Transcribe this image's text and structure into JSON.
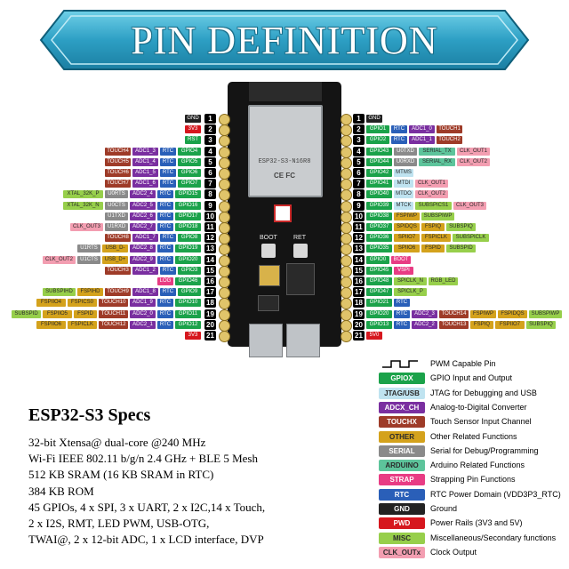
{
  "banner": {
    "title": "PIN DEFINITION"
  },
  "board": {
    "module_model": "ESP32-S3-N16R8",
    "module_certs": "CE FC",
    "buttons": [
      "BOOT",
      "RET"
    ]
  },
  "colors": {
    "gnd": "#222222",
    "pwd": "#d6171e",
    "gpio": "#1ba24a",
    "rtc": "#2a5fb8",
    "adc": "#7a2fa0",
    "touch": "#9e3b28",
    "other": "#d4a21c",
    "serial": "#8a8a8a",
    "arduino": "#5dc49b",
    "strap": "#e83c84",
    "misc": "#97cf4b",
    "clk": "#f39eb1",
    "jtag": "#bfe3f0"
  },
  "left_pins": [
    {
      "n": "1",
      "tags": [
        {
          "t": "GND",
          "c": "gnd"
        }
      ]
    },
    {
      "n": "2",
      "tags": [
        {
          "t": "3V3",
          "c": "pwd"
        }
      ]
    },
    {
      "n": "3",
      "tags": [
        {
          "t": "RST",
          "c": "gpio"
        }
      ]
    },
    {
      "n": "4",
      "tags": [
        {
          "t": "TOUCH4",
          "c": "touch"
        },
        {
          "t": "ADC1_3",
          "c": "adc"
        },
        {
          "t": "RTC",
          "c": "rtc"
        },
        {
          "t": "GPIO4",
          "c": "gpio"
        }
      ]
    },
    {
      "n": "5",
      "tags": [
        {
          "t": "TOUCH5",
          "c": "touch"
        },
        {
          "t": "ADC1_4",
          "c": "adc"
        },
        {
          "t": "RTC",
          "c": "rtc"
        },
        {
          "t": "GPIO5",
          "c": "gpio"
        }
      ]
    },
    {
      "n": "6",
      "tags": [
        {
          "t": "TOUCH6",
          "c": "touch"
        },
        {
          "t": "ADC1_5",
          "c": "adc"
        },
        {
          "t": "RTC",
          "c": "rtc"
        },
        {
          "t": "GPIO6",
          "c": "gpio"
        }
      ]
    },
    {
      "n": "7",
      "tags": [
        {
          "t": "TOUCH7",
          "c": "touch"
        },
        {
          "t": "ADC1_6",
          "c": "adc"
        },
        {
          "t": "RTC",
          "c": "rtc"
        },
        {
          "t": "GPIO7",
          "c": "gpio"
        }
      ]
    },
    {
      "n": "8",
      "tags": [
        {
          "t": "XTAL_32K_P",
          "c": "misc"
        },
        {
          "t": "U0RTS",
          "c": "serial"
        },
        {
          "t": "ADC2_4",
          "c": "adc"
        },
        {
          "t": "RTC",
          "c": "rtc"
        },
        {
          "t": "GPIO15",
          "c": "gpio"
        }
      ]
    },
    {
      "n": "9",
      "tags": [
        {
          "t": "XTAL_32K_N",
          "c": "misc"
        },
        {
          "t": "U0CTS",
          "c": "serial"
        },
        {
          "t": "ADC2_5",
          "c": "adc"
        },
        {
          "t": "RTC",
          "c": "rtc"
        },
        {
          "t": "GPIO16",
          "c": "gpio"
        }
      ]
    },
    {
      "n": "10",
      "tags": [
        {
          "t": "U1TXD",
          "c": "serial"
        },
        {
          "t": "ADC2_6",
          "c": "adc"
        },
        {
          "t": "RTC",
          "c": "rtc"
        },
        {
          "t": "GPIO17",
          "c": "gpio"
        }
      ]
    },
    {
      "n": "11",
      "tags": [
        {
          "t": "CLK_OUT3",
          "c": "clk"
        },
        {
          "t": "U1RXD",
          "c": "serial"
        },
        {
          "t": "ADC2_7",
          "c": "adc"
        },
        {
          "t": "RTC",
          "c": "rtc"
        },
        {
          "t": "GPIO18",
          "c": "gpio"
        }
      ]
    },
    {
      "n": "12",
      "tags": [
        {
          "t": "TOUCH8",
          "c": "touch"
        },
        {
          "t": "ADC1_7",
          "c": "adc"
        },
        {
          "t": "RTC",
          "c": "rtc"
        },
        {
          "t": "GPIO8",
          "c": "gpio"
        }
      ]
    },
    {
      "n": "13",
      "tags": [
        {
          "t": "U1RTS",
          "c": "serial"
        },
        {
          "t": "USB_D-",
          "c": "other"
        },
        {
          "t": "ADC2_8",
          "c": "adc"
        },
        {
          "t": "RTC",
          "c": "rtc"
        },
        {
          "t": "GPIO19",
          "c": "gpio"
        }
      ]
    },
    {
      "n": "14",
      "tags": [
        {
          "t": "CLK_OUT2",
          "c": "clk"
        },
        {
          "t": "U1CTS",
          "c": "serial"
        },
        {
          "t": "USB_D+",
          "c": "other"
        },
        {
          "t": "ADC2_9",
          "c": "adc"
        },
        {
          "t": "RTC",
          "c": "rtc"
        },
        {
          "t": "GPIO20",
          "c": "gpio"
        }
      ]
    },
    {
      "n": "15",
      "tags": [
        {
          "t": "TOUCH3",
          "c": "touch"
        },
        {
          "t": "ADC1_2",
          "c": "adc"
        },
        {
          "t": "RTC",
          "c": "rtc"
        },
        {
          "t": "GPIO3",
          "c": "gpio"
        }
      ]
    },
    {
      "n": "16",
      "tags": [
        {
          "t": "LOG",
          "c": "strap"
        },
        {
          "t": "GPIO46",
          "c": "gpio"
        }
      ]
    },
    {
      "n": "17",
      "tags": [
        {
          "t": "SUBSPIHD",
          "c": "misc"
        },
        {
          "t": "FSPIHD",
          "c": "other"
        },
        {
          "t": "TOUCH9",
          "c": "touch"
        },
        {
          "t": "ADC1_8",
          "c": "adc"
        },
        {
          "t": "RTC",
          "c": "rtc"
        },
        {
          "t": "GPIO9",
          "c": "gpio"
        }
      ]
    },
    {
      "n": "18",
      "tags": [
        {
          "t": "SUBSPICS0",
          "c": "misc"
        },
        {
          "t": "FSPIIO4",
          "c": "other"
        },
        {
          "t": "FSPICS0",
          "c": "other"
        },
        {
          "t": "TOUCH10",
          "c": "touch"
        },
        {
          "t": "ADC1_9",
          "c": "adc"
        },
        {
          "t": "RTC",
          "c": "rtc"
        },
        {
          "t": "GPIO10",
          "c": "gpio"
        }
      ]
    },
    {
      "n": "19",
      "tags": [
        {
          "t": "SUBSPID",
          "c": "misc"
        },
        {
          "t": "FSPIIO5",
          "c": "other"
        },
        {
          "t": "FSPID",
          "c": "other"
        },
        {
          "t": "TOUCH11",
          "c": "touch"
        },
        {
          "t": "ADC2_0",
          "c": "adc"
        },
        {
          "t": "RTC",
          "c": "rtc"
        },
        {
          "t": "GPIO11",
          "c": "gpio"
        }
      ]
    },
    {
      "n": "20",
      "tags": [
        {
          "t": "SUBSPICLK",
          "c": "misc"
        },
        {
          "t": "FSPIIO6",
          "c": "other"
        },
        {
          "t": "FSPICLK",
          "c": "other"
        },
        {
          "t": "TOUCH12",
          "c": "touch"
        },
        {
          "t": "ADC2_1",
          "c": "adc"
        },
        {
          "t": "RTC",
          "c": "rtc"
        },
        {
          "t": "GPIO12",
          "c": "gpio"
        }
      ]
    },
    {
      "n": "21",
      "tags": [
        {
          "t": "3V3",
          "c": "pwd"
        }
      ]
    }
  ],
  "right_pins": [
    {
      "n": "1",
      "tags": [
        {
          "t": "GND",
          "c": "gnd"
        }
      ]
    },
    {
      "n": "2",
      "tags": [
        {
          "t": "GPIO1",
          "c": "gpio"
        },
        {
          "t": "RTC",
          "c": "rtc"
        },
        {
          "t": "ADC1_0",
          "c": "adc"
        },
        {
          "t": "TOUCH1",
          "c": "touch"
        }
      ]
    },
    {
      "n": "3",
      "tags": [
        {
          "t": "GPIO2",
          "c": "gpio"
        },
        {
          "t": "RTC",
          "c": "rtc"
        },
        {
          "t": "ADC1_1",
          "c": "adc"
        },
        {
          "t": "TOUCH2",
          "c": "touch"
        }
      ]
    },
    {
      "n": "4",
      "tags": [
        {
          "t": "GPIO43",
          "c": "gpio"
        },
        {
          "t": "U0TXD",
          "c": "serial"
        },
        {
          "t": "SERIAL_TX",
          "c": "arduino"
        },
        {
          "t": "CLK_OUT1",
          "c": "clk"
        }
      ]
    },
    {
      "n": "5",
      "tags": [
        {
          "t": "GPIO44",
          "c": "gpio"
        },
        {
          "t": "U0RXD",
          "c": "serial"
        },
        {
          "t": "SERIAL_RX",
          "c": "arduino"
        },
        {
          "t": "CLK_OUT2",
          "c": "clk"
        }
      ]
    },
    {
      "n": "6",
      "tags": [
        {
          "t": "GPIO42",
          "c": "gpio"
        },
        {
          "t": "MTMS",
          "c": "jtag"
        }
      ]
    },
    {
      "n": "7",
      "tags": [
        {
          "t": "GPIO41",
          "c": "gpio"
        },
        {
          "t": "MTDI",
          "c": "jtag"
        },
        {
          "t": "CLK_OUT1",
          "c": "clk"
        }
      ]
    },
    {
      "n": "8",
      "tags": [
        {
          "t": "GPIO40",
          "c": "gpio"
        },
        {
          "t": "MTDO",
          "c": "jtag"
        },
        {
          "t": "CLK_OUT2",
          "c": "clk"
        }
      ]
    },
    {
      "n": "9",
      "tags": [
        {
          "t": "GPIO39",
          "c": "gpio"
        },
        {
          "t": "MTCK",
          "c": "jtag"
        },
        {
          "t": "SUBSPICS1",
          "c": "misc"
        },
        {
          "t": "CLK_OUT3",
          "c": "clk"
        }
      ]
    },
    {
      "n": "10",
      "tags": [
        {
          "t": "GPIO38",
          "c": "gpio"
        },
        {
          "t": "FSPIWP",
          "c": "other"
        },
        {
          "t": "SUBSPIWP",
          "c": "misc"
        }
      ]
    },
    {
      "n": "11",
      "tags": [
        {
          "t": "GPIO37",
          "c": "gpio"
        },
        {
          "t": "SPIDQS",
          "c": "other"
        },
        {
          "t": "FSPIQ",
          "c": "other"
        },
        {
          "t": "SUBSPIQ",
          "c": "misc"
        }
      ]
    },
    {
      "n": "12",
      "tags": [
        {
          "t": "GPIO36",
          "c": "gpio"
        },
        {
          "t": "SPIIO7",
          "c": "other"
        },
        {
          "t": "FSPICLK",
          "c": "other"
        },
        {
          "t": "SUBSPICLK",
          "c": "misc"
        }
      ]
    },
    {
      "n": "13",
      "tags": [
        {
          "t": "GPIO35",
          "c": "gpio"
        },
        {
          "t": "SPIIO6",
          "c": "other"
        },
        {
          "t": "FSPID",
          "c": "other"
        },
        {
          "t": "SUBSPID",
          "c": "misc"
        }
      ]
    },
    {
      "n": "14",
      "tags": [
        {
          "t": "GPIO0",
          "c": "gpio"
        },
        {
          "t": "BOOT",
          "c": "strap"
        }
      ]
    },
    {
      "n": "15",
      "tags": [
        {
          "t": "GPIO45",
          "c": "gpio"
        },
        {
          "t": "VSPI",
          "c": "strap"
        }
      ]
    },
    {
      "n": "16",
      "tags": [
        {
          "t": "GPIO48",
          "c": "gpio"
        },
        {
          "t": "SPICLK_N",
          "c": "misc"
        },
        {
          "t": "RGB_LED",
          "c": "misc"
        }
      ]
    },
    {
      "n": "17",
      "tags": [
        {
          "t": "GPIO47",
          "c": "gpio"
        },
        {
          "t": "SPICLK_P",
          "c": "misc"
        }
      ]
    },
    {
      "n": "18",
      "tags": [
        {
          "t": "GPIO21",
          "c": "gpio"
        },
        {
          "t": "RTC",
          "c": "rtc"
        }
      ]
    },
    {
      "n": "19",
      "tags": [
        {
          "t": "GPIO20",
          "c": "gpio"
        },
        {
          "t": "RTC",
          "c": "rtc"
        },
        {
          "t": "ADC2_3",
          "c": "adc"
        },
        {
          "t": "TOUCH14",
          "c": "touch"
        },
        {
          "t": "FSPIWP",
          "c": "other"
        },
        {
          "t": "FSPIDQS",
          "c": "other"
        },
        {
          "t": "SUBSPIWP",
          "c": "misc"
        }
      ]
    },
    {
      "n": "20",
      "tags": [
        {
          "t": "GPIO13",
          "c": "gpio"
        },
        {
          "t": "RTC",
          "c": "rtc"
        },
        {
          "t": "ADC2_2",
          "c": "adc"
        },
        {
          "t": "TOUCH13",
          "c": "touch"
        },
        {
          "t": "FSPIQ",
          "c": "other"
        },
        {
          "t": "FSPIIO7",
          "c": "other"
        },
        {
          "t": "SUBSPIQ",
          "c": "misc"
        }
      ]
    },
    {
      "n": "21",
      "tags": [
        {
          "t": "5V0",
          "c": "pwd"
        }
      ]
    }
  ],
  "specs": {
    "title": "ESP32-S3 Specs",
    "lines": [
      "32-bit Xtensa@ dual-core @240 MHz",
      "Wi-Fi IEEE 802.11 b/g/n 2.4 GHz + BLE 5 Mesh",
      "512 KB SRAM (16 KB SRAM in RTC)",
      "384 KB ROM",
      "45 GPIOs, 4 x SPI, 3 x UART, 2 x I2C,14 x Touch,",
      "2 x I2S, RMT, LED PWM, USB-OTG,",
      "TWAI@, 2 x 12-bit ADC, 1 x LCD interface, DVP"
    ]
  },
  "legend": [
    {
      "label": "",
      "c": "none",
      "text": "PWM Capable Pin"
    },
    {
      "label": "GPIOX",
      "c": "gpio",
      "text": "GPIO Input and Output"
    },
    {
      "label": "JTAG/USB",
      "c": "jtag",
      "text": "JTAG for Debugging and USB"
    },
    {
      "label": "ADCX_CH",
      "c": "adc",
      "text": "Analog-to-Digital Converter"
    },
    {
      "label": "TOUCHX",
      "c": "touch",
      "text": "Touch Sensor Input Channel"
    },
    {
      "label": "OTHER",
      "c": "other",
      "text": "Other Related Functions"
    },
    {
      "label": "SERIAL",
      "c": "serial",
      "text": "Serial for Debug/Programming"
    },
    {
      "label": "ARDUINO",
      "c": "arduino",
      "text": "Arduino Related Functions"
    },
    {
      "label": "STRAP",
      "c": "strap",
      "text": "Strapping Pin Functions"
    },
    {
      "label": "RTC",
      "c": "rtc",
      "text": "RTC Power Domain (VDD3P3_RTC)"
    },
    {
      "label": "GND",
      "c": "gnd",
      "text": "Ground"
    },
    {
      "label": "PWD",
      "c": "pwd",
      "text": "Power Rails (3V3 and 5V)"
    },
    {
      "label": "MISC",
      "c": "misc",
      "text": "Miscellaneous/Secondary functions"
    },
    {
      "label": "CLK_OUTx",
      "c": "clk",
      "text": "Clock Output"
    }
  ]
}
